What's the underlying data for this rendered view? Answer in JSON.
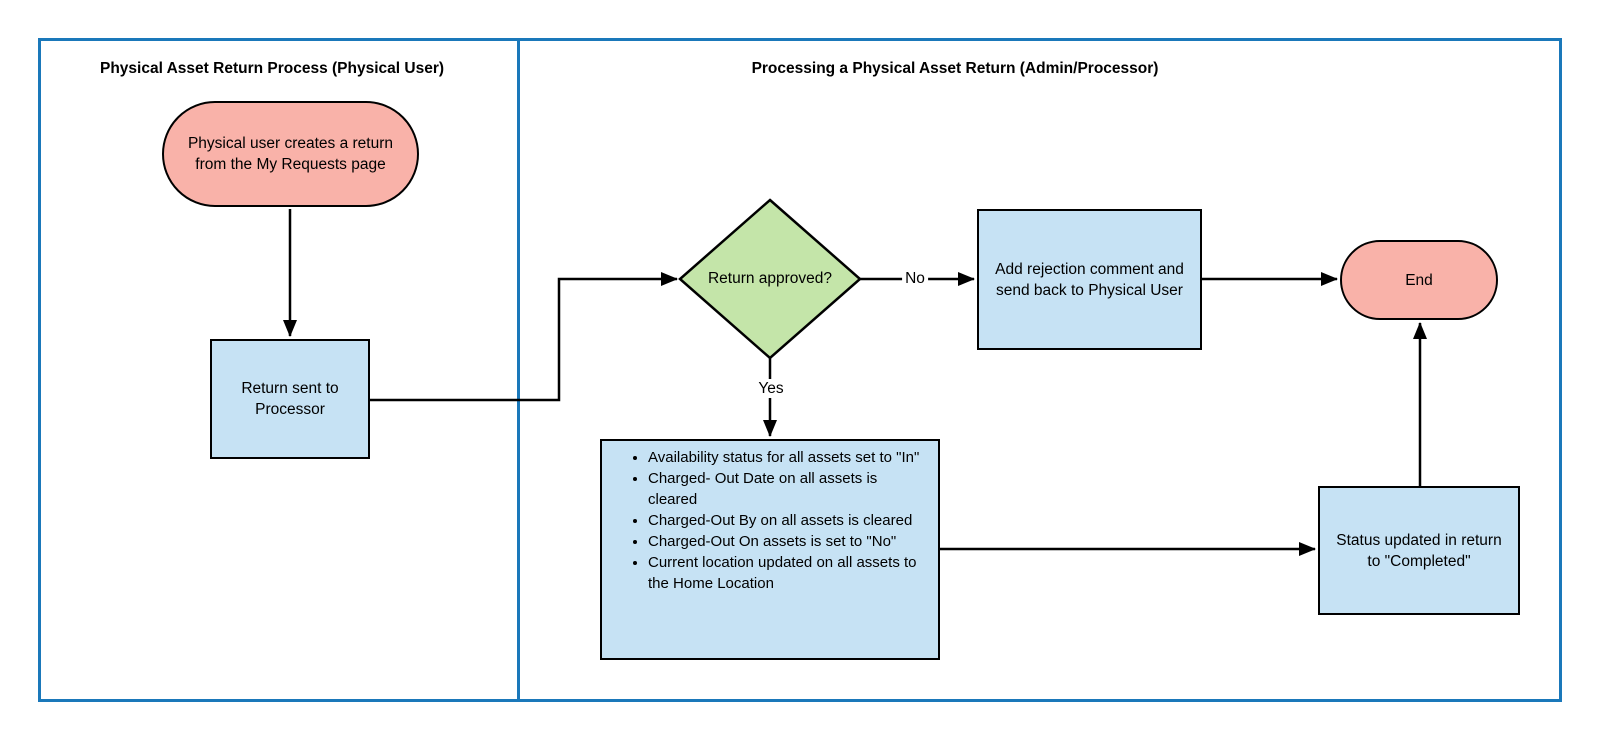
{
  "colors": {
    "lane_border": "#1a78ba",
    "shape_stroke": "#000000",
    "pink": "#f9b2a9",
    "blue": "#c6e2f4",
    "green": "#c4e5a9"
  },
  "lanes": {
    "left": {
      "title": "Physical Asset Return Process (Physical User)"
    },
    "right": {
      "title": "Processing a Physical Asset Return (Admin/Processor)"
    }
  },
  "nodes": {
    "start": "Physical user creates a return from the My Requests page",
    "return_sent": "Return sent to Processor",
    "decision": "Return approved?",
    "add_rejection": "Add rejection comment and send back to Physical User",
    "end": "End",
    "status_updated": "Status updated in return to \"Completed\"",
    "actions": [
      "Availability status for all assets set to \"In\"",
      "Charged- Out Date on all assets is cleared",
      "Charged-Out By on all assets is cleared",
      "Charged-Out On assets  is set to \"No\"",
      "Current location updated on all assets to the Home Location"
    ]
  },
  "edge_labels": {
    "no": "No",
    "yes": "Yes"
  }
}
